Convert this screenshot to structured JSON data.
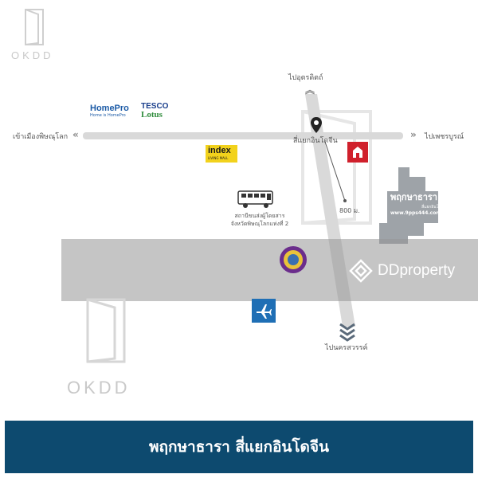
{
  "watermark": {
    "top_left_text": "OKDD",
    "bottom_left_text": "OKDD"
  },
  "roads": {
    "north_label": "ไปอุตรดิตถ์",
    "south_label": "ไปนครสวรรค์",
    "west_label": "เข้าเมืองพิษณุโลก",
    "east_label": "ไปเพชรบูรณ์",
    "junction_label": "สี่แยกอินโดจีน",
    "distance_label": "800 ม."
  },
  "landmarks": {
    "homepro": {
      "name": "HomePro",
      "tagline": "Home is HomePro"
    },
    "tesco": {
      "line1": "TESCO",
      "line2": "Lotus"
    },
    "index": {
      "name": "index",
      "tagline": "LIVING MALL"
    },
    "bus_station": {
      "line1": "สถานีขนส่งผู้โดยสาร",
      "line2": "จังหวัดพิษณุโลกแห่งที่ 2"
    },
    "project": {
      "name": "พฤกษาธารา",
      "sub": "สี่แยกอินโดจีน",
      "url": "www.9pps444.com"
    }
  },
  "overlay": {
    "brand": "DDproperty"
  },
  "banner": {
    "title": "พฤกษาธารา สี่แยกอินโดจีน"
  },
  "colors": {
    "banner_bg": "#0d4a6f",
    "road": "#d9d9d9",
    "marker_red": "#d0202c",
    "plane_blue": "#1f6fb5"
  }
}
